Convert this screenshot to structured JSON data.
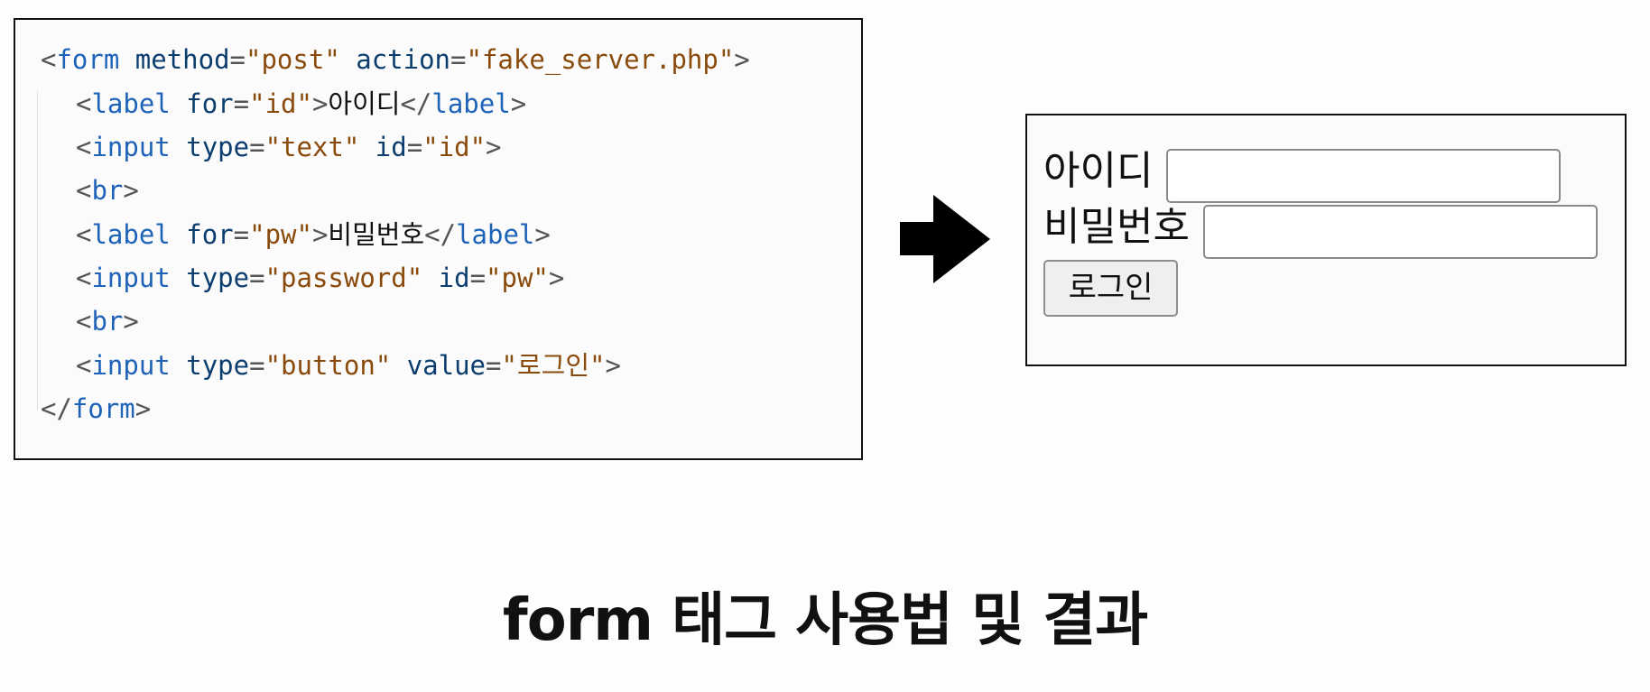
{
  "code": {
    "line1": {
      "tag": "form",
      "attr1_name": "method",
      "attr1_value": "\"post\"",
      "attr2_name": "action",
      "attr2_value": "\"fake_server.php\""
    },
    "line2": {
      "tag": "label",
      "attr_name": "for",
      "attr_value": "\"id\"",
      "text": "아이디",
      "close_tag": "label"
    },
    "line3": {
      "tag": "input",
      "attr1_name": "type",
      "attr1_value": "\"text\"",
      "attr2_name": "id",
      "attr2_value": "\"id\""
    },
    "line4": {
      "tag": "br"
    },
    "line5": {
      "tag": "label",
      "attr_name": "for",
      "attr_value": "\"pw\"",
      "text": "비밀번호",
      "close_tag": "label"
    },
    "line6": {
      "tag": "input",
      "attr1_name": "type",
      "attr1_value": "\"password\"",
      "attr2_name": "id",
      "attr2_value": "\"pw\""
    },
    "line7": {
      "tag": "br"
    },
    "line8": {
      "tag": "input",
      "attr1_name": "type",
      "attr1_value": "\"button\"",
      "attr2_name": "value",
      "attr2_value": "\"로그인\""
    },
    "line9": {
      "tag": "form"
    }
  },
  "result": {
    "id_label": "아이디",
    "id_value": "",
    "pw_label": "비밀번호",
    "pw_value": "",
    "login_button": "로그인"
  },
  "caption": "form 태그 사용법 및 결과",
  "icons": {
    "arrow": "right-arrow-icon"
  },
  "colors": {
    "tag": "#1e63b8",
    "attr": "#0b3e6f",
    "string": "#8a4a0b",
    "punct": "#555555"
  }
}
